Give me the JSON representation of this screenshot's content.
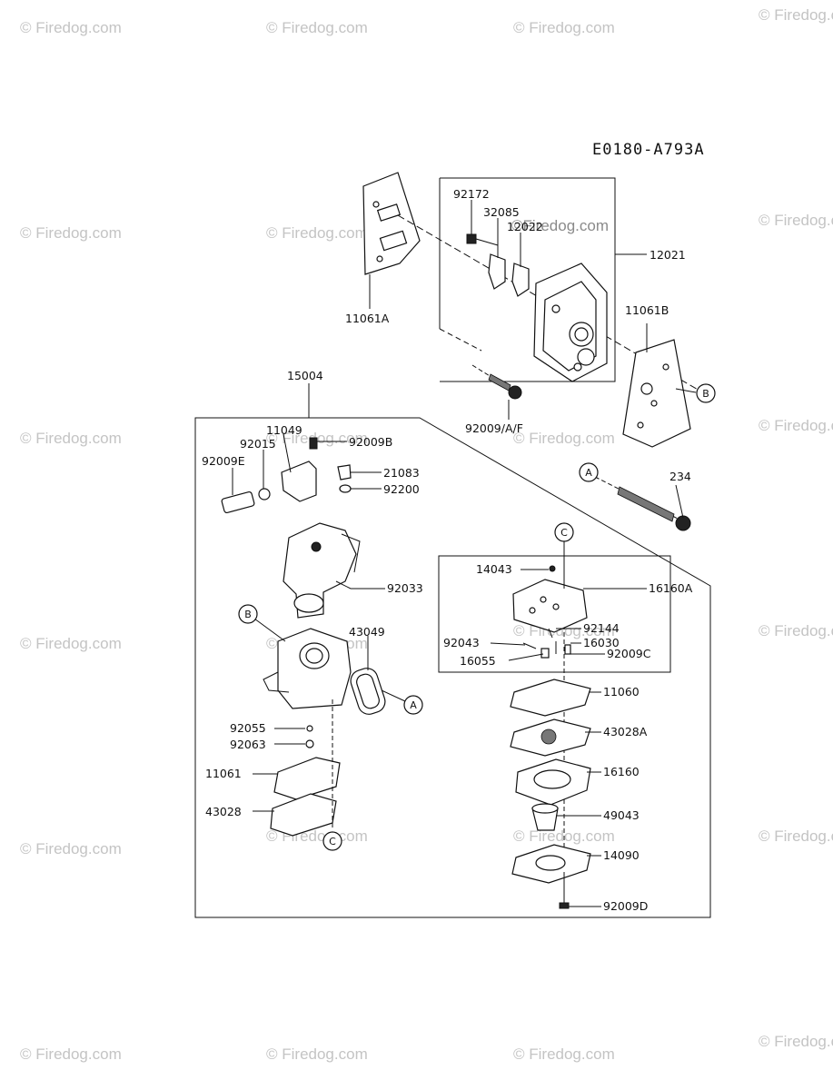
{
  "diagram_code": "E0180-A793A",
  "watermark_text": "© Firedog.com",
  "watermark_inline": "©Firedog.com",
  "callouts": {
    "A": "A",
    "B": "B",
    "C": "C"
  },
  "labels": {
    "p92172": "92172",
    "p32085": "32085",
    "p12022": "12022",
    "p12021": "12021",
    "p11061A": "11061A",
    "p11061B": "11061B",
    "p15004": "15004",
    "p92009AF": "92009/A/F",
    "p11049": "11049",
    "p92009B": "92009B",
    "p92015": "92015",
    "p92009E": "92009E",
    "p21083": "21083",
    "p92200": "92200",
    "p234": "234",
    "p92033": "92033",
    "p14043": "14043",
    "p16160A": "16160A",
    "p43049": "43049",
    "p92144": "92144",
    "p92043": "92043",
    "p16030": "16030",
    "p16055": "16055",
    "p92009C": "92009C",
    "p11060": "11060",
    "p92055": "92055",
    "p92063": "92063",
    "p43028A": "43028A",
    "p11061": "11061",
    "p16160": "16160",
    "p43028": "43028",
    "p49043": "49043",
    "p14090": "14090",
    "p92009D": "92009D"
  }
}
